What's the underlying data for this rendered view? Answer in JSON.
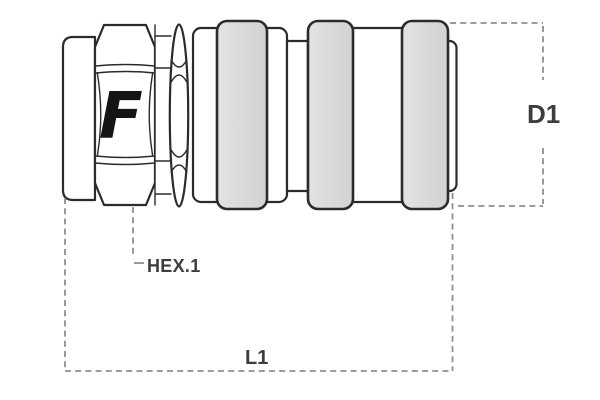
{
  "diagram": {
    "logo_letter": "F",
    "labels": {
      "diameter": "D1",
      "hex": "HEX.1",
      "length": "L1"
    },
    "colors": {
      "outline": "#2b2b2b",
      "band_fill": "#d9d9d9",
      "band_fill_light": "#e3e3e3",
      "dashed_dimension_line": "#8f8f8f",
      "label_text": "#3d3d3d",
      "logo": "#141414",
      "background": "#ffffff"
    }
  }
}
